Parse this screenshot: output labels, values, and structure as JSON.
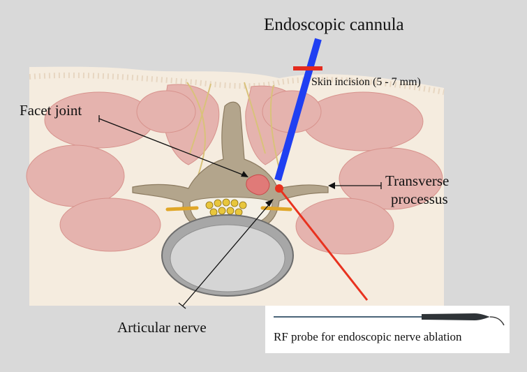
{
  "labels": {
    "cannula": "Endoscopic cannula",
    "skin_incision": "Skin incision (5 - 7 mm)",
    "facet_joint": "Facet joint",
    "transverse_processus": [
      "Transverse",
      "processus"
    ],
    "articular_nerve": "Articular nerve",
    "rf_probe": "RF probe for endoscopic nerve ablation"
  },
  "colors": {
    "background": "#d9d9d9",
    "cannula": "#1f3ff2",
    "incision_marker": "#e32b1e",
    "rf_probe_line": "#e8321f",
    "muscle": "#e5b3ae",
    "nerve": "#d9c27a",
    "bone": "#b3a58c",
    "disc": "#a7a7a7"
  }
}
